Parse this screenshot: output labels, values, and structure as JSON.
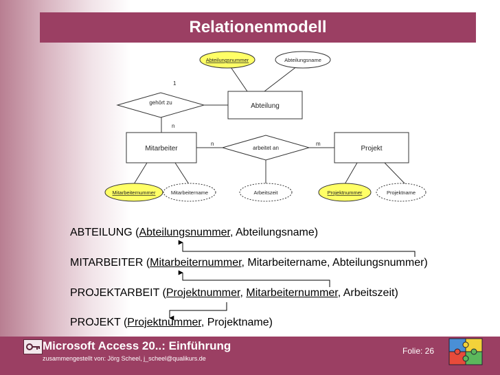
{
  "slide_title": "Relationenmodell",
  "erd": {
    "entities": {
      "abteilung": "Abteilung",
      "mitarbeiter": "Mitarbeiter",
      "projekt": "Projekt"
    },
    "relationships": {
      "gehoert_zu": "gehört zu",
      "arbeitet_an": "arbeitet an"
    },
    "attributes": {
      "abteilungsnummer": "Abteilungsnummer",
      "abteilungsname": "Abteilungsname",
      "mitarbeiternummer": "Mitarbeiternummer",
      "mitarbeitername": "Mitarbeitername",
      "arbeitszeit": "Arbeitszeit",
      "projektnummer": "Projektnummer",
      "projektname": "Projektname"
    },
    "cardinalities": {
      "gehoert_zu_abteilung": "1",
      "gehoert_zu_mitarbeiter": "n",
      "arbeitet_an_mitarbeiter": "n",
      "arbeitet_an_projekt": "m"
    },
    "key_fill_color": "#ffff66"
  },
  "relations": {
    "abteilung": {
      "name": "ABTEILUNG (",
      "key": "Abteilungsnummer",
      "rest": ", Abteilungsname)"
    },
    "mitarbeiter": {
      "name": "MITARBEITER (",
      "key": "Mitarbeiternummer",
      "rest": ", Mitarbeitername, Abteilungsnummer)"
    },
    "projektarbeit": {
      "name": "PROJEKTARBEIT (",
      "key1": "Projektnummer",
      "sep": ", ",
      "key2": "Mitarbeiternummer",
      "rest": ", Arbeitszeit)"
    },
    "projekt": {
      "name": "PROJEKT (",
      "key": "Projektnummer",
      "rest": ", Projektname)"
    }
  },
  "footer": {
    "title": "Microsoft Access 20..: Einführung",
    "subtitle": "zusammengestellt von: Jörg Scheel, j_scheel@qualikurs.de",
    "slide_number": "Folie: 26"
  },
  "colors": {
    "brand": "#9b3f63",
    "key_attribute": "#ffff66"
  },
  "icons": [
    "key-icon",
    "puzzle-icon"
  ]
}
